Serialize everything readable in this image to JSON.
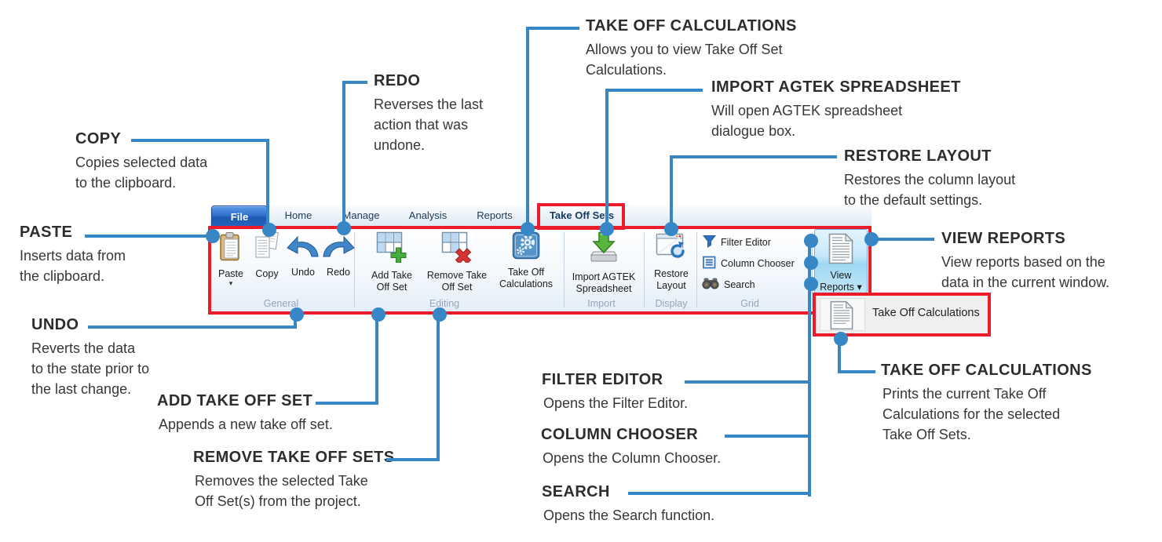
{
  "colors": {
    "accent_blue": "#3787c6",
    "highlight_red": "#ec1b2a",
    "file_tab_blue": "#2e6ecb",
    "view_reports_highlight": "#9ed7f3"
  },
  "callouts": {
    "take_off_calculations_top": {
      "title": "TAKE OFF CALCULATIONS",
      "desc": "Allows you to view Take Off Set\nCalculations."
    },
    "import_agtek": {
      "title": "IMPORT AGTEK SPREADSHEET",
      "desc": "Will open AGTEK spreadsheet\ndialogue box."
    },
    "redo": {
      "title": "REDO",
      "desc": "Reverses the last\naction that was\nundone."
    },
    "restore_layout": {
      "title": "RESTORE LAYOUT",
      "desc": "Restores the column layout\nto the default settings."
    },
    "copy": {
      "title": "COPY",
      "desc": "Copies selected data\nto the clipboard."
    },
    "paste": {
      "title": "PASTE",
      "desc": "Inserts data from\nthe clipboard."
    },
    "view_reports": {
      "title": "VIEW REPORTS",
      "desc": "View reports based on the\ndata in the current window."
    },
    "undo": {
      "title": "UNDO",
      "desc": "Reverts the data\nto the state prior to\nthe last change."
    },
    "add_take_off_set": {
      "title": "ADD TAKE OFF SET",
      "desc": "Appends a new take off set."
    },
    "remove_take_off_sets": {
      "title": "REMOVE TAKE OFF SETS",
      "desc": "Removes the selected Take\nOff Set(s) from the project."
    },
    "filter_editor": {
      "title": "FILTER EDITOR",
      "desc": "Opens the Filter Editor."
    },
    "column_chooser": {
      "title": "COLUMN CHOOSER",
      "desc": "Opens the Column Chooser."
    },
    "search": {
      "title": "SEARCH",
      "desc": "Opens the Search function."
    },
    "take_off_calculations_bottom": {
      "title": "TAKE OFF CALCULATIONS",
      "desc": "Prints the current Take Off\nCalculations for the selected\nTake Off Sets."
    }
  },
  "ribbon": {
    "tabs": [
      "File",
      "Home",
      "Manage",
      "Analysis",
      "Reports",
      "Take Off Sets"
    ],
    "active_tab": "Take Off Sets",
    "groups": {
      "general": "General",
      "editing": "Editing",
      "import": "Import",
      "display": "Display",
      "grid": "Grid"
    },
    "buttons": {
      "paste": "Paste",
      "paste_arrow": "▾",
      "copy": "Copy",
      "undo": "Undo",
      "redo": "Redo",
      "add_take_off_set": "Add Take\nOff Set",
      "remove_take_off_set": "Remove Take\nOff Set",
      "take_off_calculations": "Take Off\nCalculations",
      "import_agtek_spreadsheet": "Import AGTEK\nSpreadsheet",
      "restore_layout": "Restore\nLayout",
      "filter_editor": "Filter Editor",
      "column_chooser": "Column Chooser",
      "search": "Search",
      "view_reports": "View\nReports ▾"
    },
    "view_reports_menu": {
      "item": "Take Off Calculations"
    }
  }
}
